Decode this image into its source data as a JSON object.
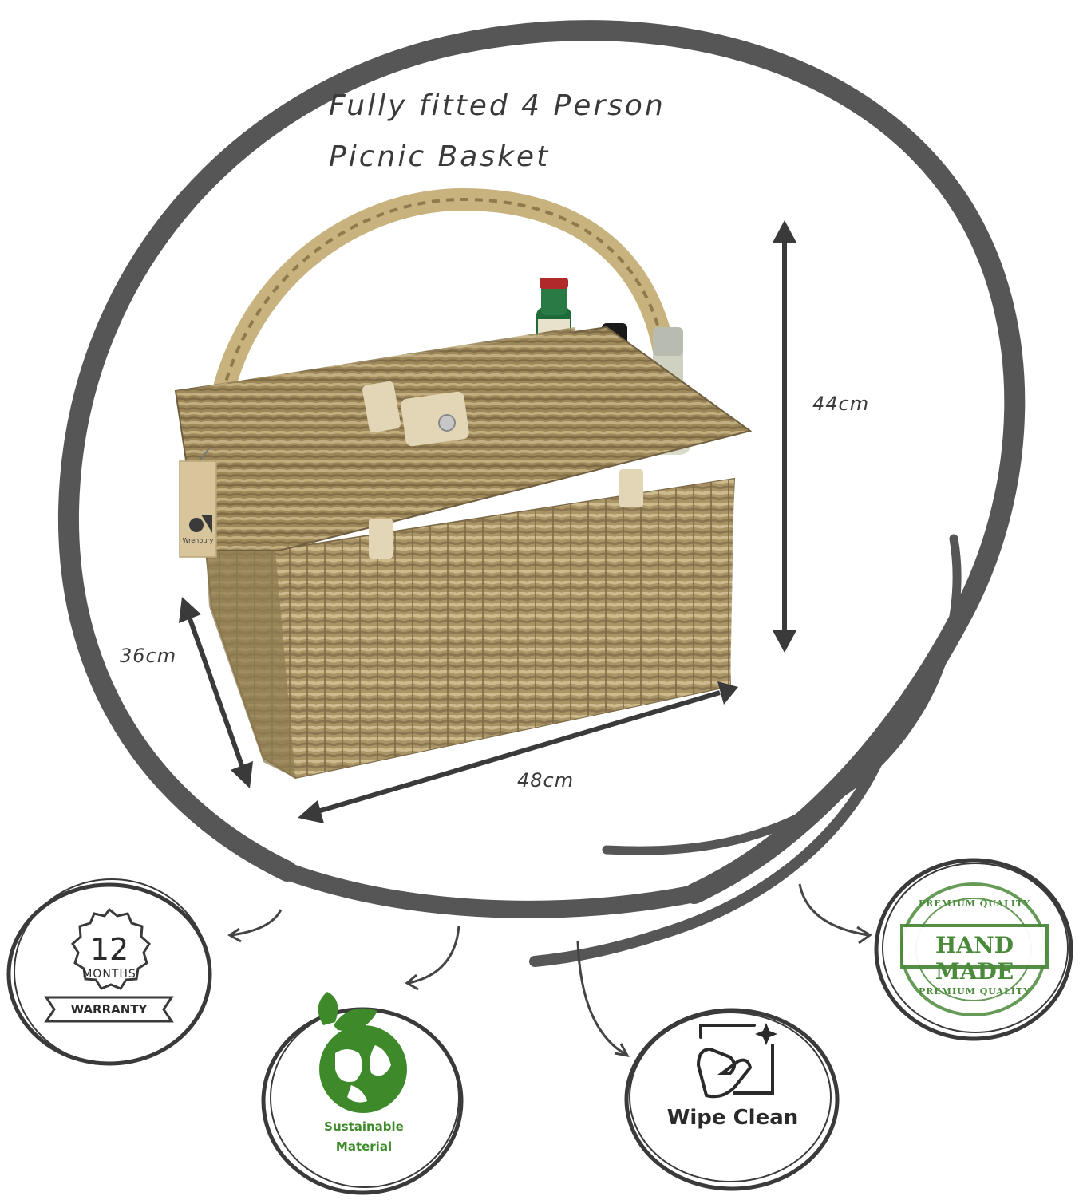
{
  "title": {
    "line1": "Fully fitted 4 Person",
    "line2": "Picnic Basket"
  },
  "dimensions": {
    "height": "44cm",
    "depth": "36cm",
    "width": "48cm"
  },
  "brand_tag": "Wrenbury",
  "badges": {
    "warranty": {
      "number": "12",
      "unit": "MONTHS",
      "ribbon": "WARRANTY"
    },
    "sustainable": {
      "line1": "Sustainable",
      "line2": "Material"
    },
    "wipe_clean": {
      "label": "Wipe Clean"
    },
    "handmade": {
      "top_arc": "PREMIUM QUALITY",
      "center": "HAND MADE",
      "bottom_arc": "PREMIUM QUALITY"
    }
  },
  "colors": {
    "ring": "#565656",
    "text": "#3a3a3a",
    "green": "#3e8a2a",
    "stamp_green": "#4a8a3a",
    "wicker": "#a99466"
  }
}
